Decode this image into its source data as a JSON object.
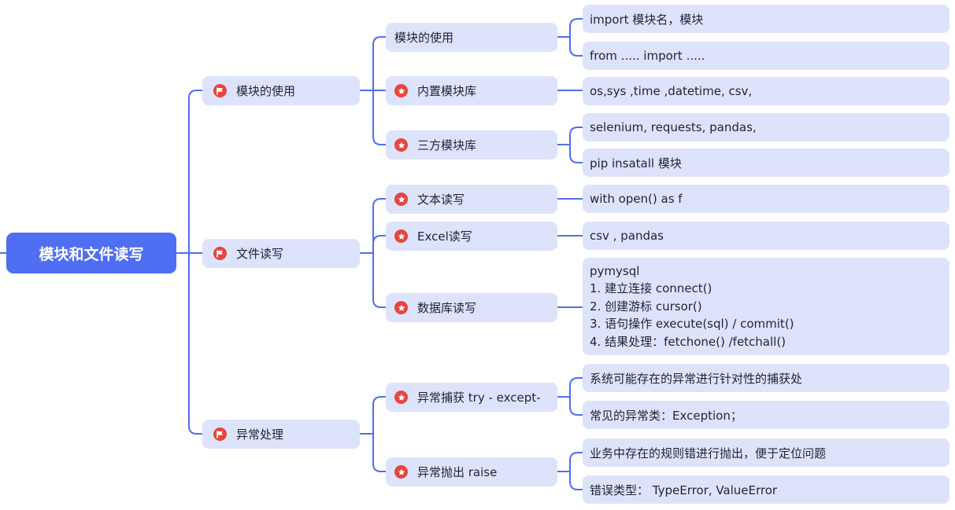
{
  "colors": {
    "root_bg": "#4f6ef2",
    "node_bg": "#dde3fb",
    "line": "#4f6ef2",
    "icon": "#e8453c"
  },
  "root": "模块和文件读写",
  "branches": [
    {
      "label": "模块的使用",
      "icon": "flag-icon",
      "children": [
        {
          "label": "模块的使用",
          "icon": "",
          "leaves": [
            "import 模块名，模块",
            "from ..... import ....."
          ]
        },
        {
          "label": "内置模块库",
          "icon": "star-icon",
          "leaves": [
            "os,sys ,time ,datetime, csv,"
          ]
        },
        {
          "label": "三方模块库",
          "icon": "star-icon",
          "leaves": [
            "selenium, requests, pandas,",
            "pip insatall 模块"
          ]
        }
      ]
    },
    {
      "label": "文件读写",
      "icon": "flag-icon",
      "children": [
        {
          "label": "文本读写",
          "icon": "star-icon",
          "leaves": [
            "with open()  as f"
          ]
        },
        {
          "label": "Excel读写",
          "icon": "star-icon",
          "leaves": [
            "csv , pandas"
          ]
        },
        {
          "label": "数据库读写",
          "icon": "star-icon",
          "leaves": [
            [
              "pymysql",
              "1. 建立连接 connect()",
              "2. 创建游标 cursor()",
              "3. 语句操作  execute(sql) / commit()",
              "4. 结果处理：fetchone() /fetchall()"
            ]
          ]
        }
      ]
    },
    {
      "label": "异常处理",
      "icon": "flag-icon",
      "children": [
        {
          "label": "异常捕获 try - except-",
          "icon": "star-icon",
          "leaves": [
            "系统可能存在的异常进行针对性的捕获处",
            "常见的异常类：Exception；"
          ]
        },
        {
          "label": "异常抛出 raise",
          "icon": "star-icon",
          "leaves": [
            "业务中存在的规则错进行抛出，便于定位问题",
            "错误类型：  TypeError, ValueError"
          ]
        }
      ]
    }
  ]
}
